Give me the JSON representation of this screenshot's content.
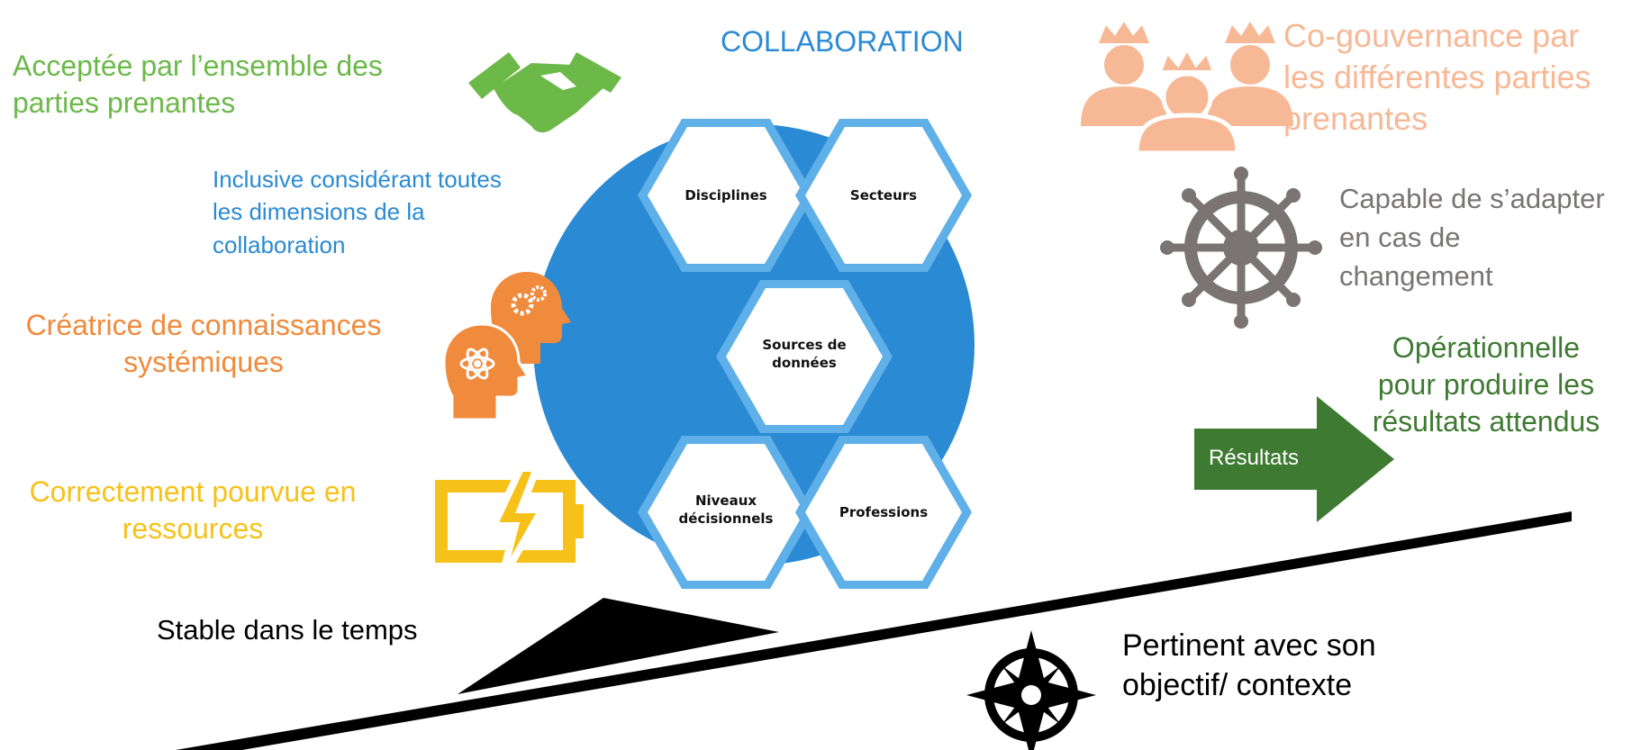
{
  "colors": {
    "blue": "#2a8ad4",
    "green": "#6cb94a",
    "dark_green": "#3e7a32",
    "orange": "#f08a3c",
    "yellow": "#f6c21a",
    "peach": "#f7b896",
    "gray": "#7a7474",
    "black": "#000000"
  },
  "center": {
    "title": "COLLABORATION",
    "hexagons": {
      "disciplines": "Disciplines",
      "secteurs": "Secteurs",
      "sources_line1": "Sources de",
      "sources_line2": "données",
      "niveaux_line1": "Niveaux",
      "niveaux_line2": "décisionnels",
      "professions": "Professions"
    }
  },
  "left_labels": {
    "acceptee": [
      "Acceptée par l’ensemble des",
      "parties prenantes"
    ],
    "inclusive": [
      "Inclusive considérant toutes",
      "les dimensions de la",
      "collaboration"
    ],
    "creatrice": [
      "Créatrice de connaissances",
      "systémiques"
    ],
    "correctement": [
      "Correctement pourvue en",
      "ressources"
    ],
    "stable": "Stable dans le temps"
  },
  "right_labels": {
    "cogouvernance": [
      "Co-gouvernance par",
      "les différentes parties",
      "prenantes"
    ],
    "capable": [
      "Capable de s’adapter",
      "en cas de",
      "changement"
    ],
    "operationnelle": [
      "Opérationnelle",
      "pour produire les",
      "résultats attendus"
    ],
    "resultats_arrow": "Résultats",
    "pertinent": [
      "Pertinent avec son",
      "objectif/ contexte"
    ]
  },
  "icons": {
    "handshake": "handshake-icon",
    "crowned_people": "crowned-people-icon",
    "ship_wheel": "ship-wheel-icon",
    "heads": "brain-heads-icon",
    "battery": "battery-charging-icon",
    "compass": "compass-rose-icon"
  }
}
